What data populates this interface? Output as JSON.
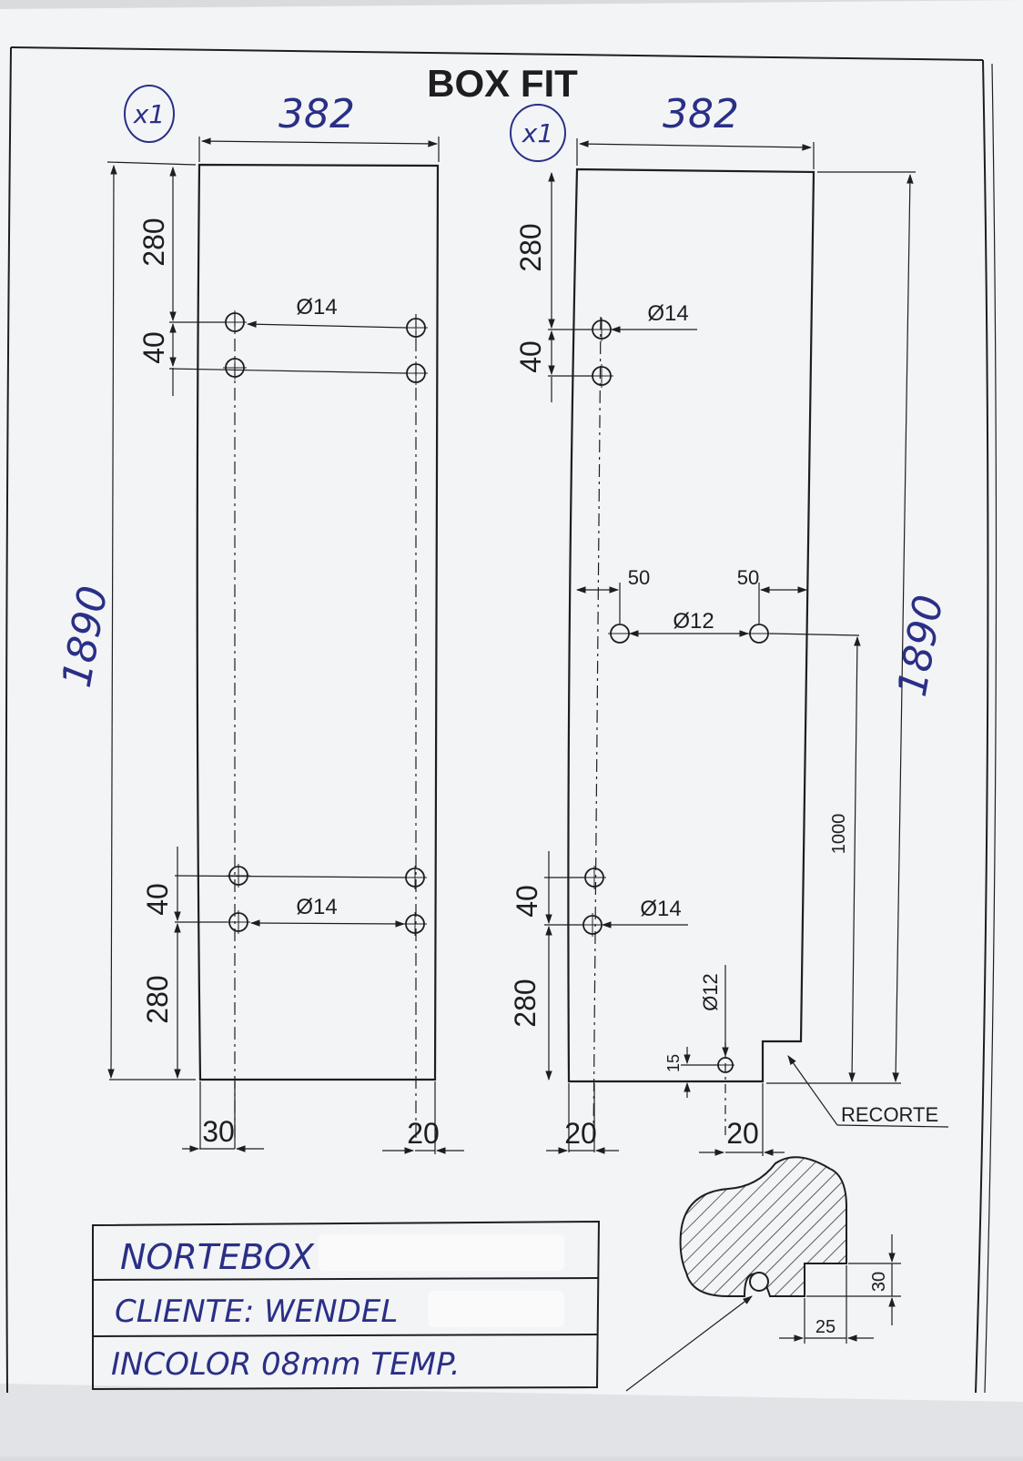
{
  "title": "BOX FIT",
  "colors": {
    "ink": "#1e1e22",
    "pen": "#2a2f86",
    "paper": "#f3f4f6"
  },
  "left_panel": {
    "quantity": "x1",
    "width": "382",
    "height": "1890",
    "top_offset": "280",
    "hole_spacing_top": "40",
    "hole_dia_top": "Ø14",
    "hole_dia_bottom": "Ø14",
    "hole_spacing_bottom": "40",
    "bottom_offset": "280",
    "edge_left": "30",
    "edge_right": "20"
  },
  "right_panel": {
    "quantity": "x1",
    "width": "382",
    "height": "1890",
    "top_offset": "280",
    "hole_spacing_top": "40",
    "hole_dia_top": "Ø14",
    "dist_left": "50",
    "dist_right": "50",
    "handle_dia": "Ø12",
    "handle_height": "1000",
    "hole_spacing_bottom": "40",
    "hole_dia_bottom": "Ø14",
    "bottom_offset": "280",
    "small_hole_dia": "Ø12",
    "small_hole_offset": "15",
    "edge_left": "20",
    "edge_cut": "20",
    "cutout_label": "RECORTE"
  },
  "profile": {
    "width": "25",
    "height": "30"
  },
  "title_block": {
    "company": "NORTEBOX",
    "client": "CLIENTE: WENDEL",
    "glass": "INCOLOR 08mm TEMP."
  }
}
